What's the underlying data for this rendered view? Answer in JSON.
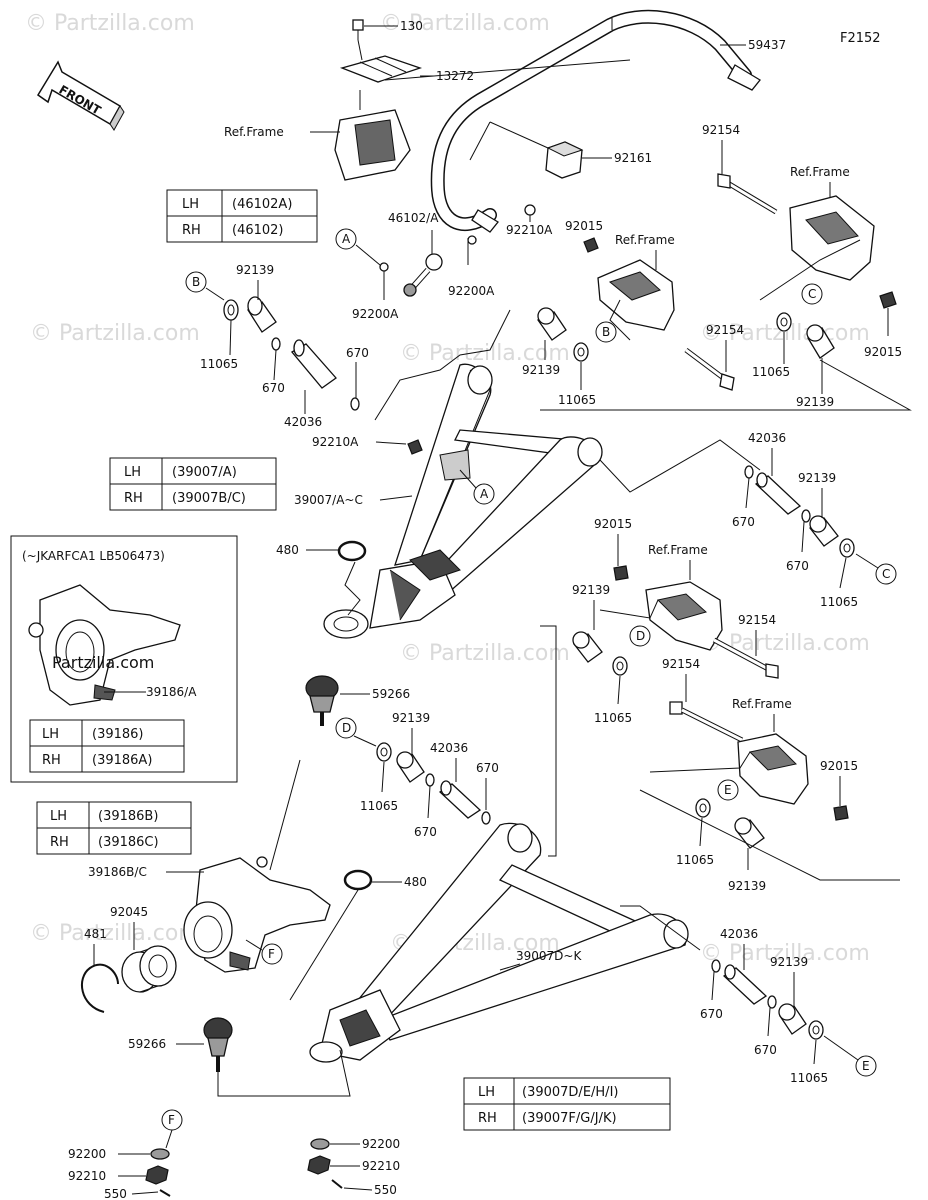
{
  "figure_code": "F2152",
  "front_label": "FRONT",
  "watermark": "© Partzilla.com",
  "watermark_main": "Partzilla.com",
  "part_labels": {
    "p130": "130",
    "p13272": "13272",
    "p59437": "59437",
    "ref_frame_1": "Ref.Frame",
    "ref_frame_2": "Ref.Frame",
    "ref_frame_3": "Ref.Frame",
    "ref_frame_4": "Ref.Frame",
    "ref_frame_5": "Ref.Frame",
    "p92161": "92161",
    "p92154_a": "92154",
    "p46102": "46102/A",
    "p92210A_a": "92210A",
    "p92015_a": "92015",
    "p92200A_a": "92200A",
    "p92200A_b": "92200A",
    "p92139_a": "92139",
    "p11065_a": "11065",
    "p670_a": "670",
    "p670_b": "670",
    "p42036_a": "42036",
    "p92139_b": "92139",
    "p11065_b": "11065",
    "p92154_b": "92154",
    "p11065_c": "11065",
    "p92139_c": "92139",
    "p92015_b": "92015",
    "p92210A_b": "92210A",
    "p39007_AC": "39007/A~C",
    "p42036_b": "42036",
    "p92139_d": "92139",
    "p670_c": "670",
    "p670_d": "670",
    "p11065_d": "11065",
    "p480_a": "480",
    "p92015_c": "92015",
    "p92139_e": "92139",
    "p92154_c": "92154",
    "p92154_d": "92154",
    "p11065_e": "11065",
    "p39186_A": "39186/A",
    "p59266_a": "59266",
    "p92139_f": "92139",
    "p42036_c": "42036",
    "p670_e": "670",
    "p11065_f": "11065",
    "p670_f": "670",
    "p92015_d": "92015",
    "p11065_g": "11065",
    "p92139_g": "92139",
    "p39186BC": "39186B/C",
    "p480_b": "480",
    "p92045": "92045",
    "p481": "481",
    "p42036_d": "42036",
    "p92139_h": "92139",
    "p670_g": "670",
    "p670_h": "670",
    "p39007DK": "39007D~K",
    "p11065_h": "11065",
    "p59266_b": "59266",
    "p92200_a": "92200",
    "p92210_a": "92210",
    "p550_a": "550",
    "p92200_b": "92200",
    "p92210_b": "92210",
    "p550_b": "550"
  },
  "callouts": {
    "A1": "A",
    "A2": "A",
    "B1": "B",
    "B2": "B",
    "C1": "C",
    "C2": "C",
    "D1": "D",
    "D2": "D",
    "E1": "E",
    "E2": "E",
    "F1": "F",
    "F2": "F"
  },
  "tables": {
    "t46102": [
      [
        "LH",
        "(46102A)"
      ],
      [
        "RH",
        "(46102)"
      ]
    ],
    "t39007": [
      [
        "LH",
        "(39007/A)"
      ],
      [
        "RH",
        "(39007B/C)"
      ]
    ],
    "t39186": [
      [
        "LH",
        "(39186)"
      ],
      [
        "RH",
        "(39186A)"
      ]
    ],
    "t39186B": [
      [
        "LH",
        "(39186B)"
      ],
      [
        "RH",
        "(39186C)"
      ]
    ],
    "t39007D": [
      [
        "LH",
        "(39007D/E/H/I)"
      ],
      [
        "RH",
        "(39007F/G/J/K)"
      ]
    ]
  },
  "inset_title": "(~JKARFCA1 LB506473)"
}
